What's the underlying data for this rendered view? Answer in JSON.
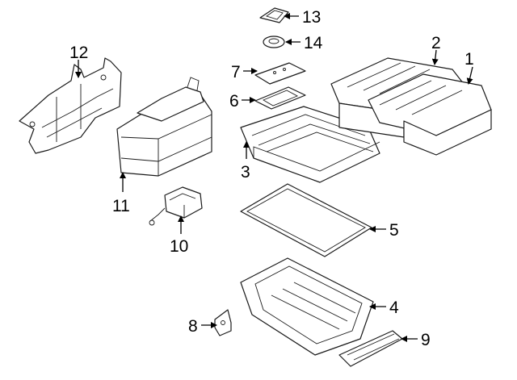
{
  "callouts": [
    {
      "id": "c1",
      "label": "1"
    },
    {
      "id": "c2",
      "label": "2"
    },
    {
      "id": "c3",
      "label": "3"
    },
    {
      "id": "c4",
      "label": "4"
    },
    {
      "id": "c5",
      "label": "5"
    },
    {
      "id": "c6",
      "label": "6"
    },
    {
      "id": "c7",
      "label": "7"
    },
    {
      "id": "c8",
      "label": "8"
    },
    {
      "id": "c9",
      "label": "9"
    },
    {
      "id": "c10",
      "label": "10"
    },
    {
      "id": "c11",
      "label": "11"
    },
    {
      "id": "c12",
      "label": "12"
    },
    {
      "id": "c13",
      "label": "13"
    },
    {
      "id": "c14",
      "label": "14"
    }
  ],
  "colors": {
    "line": "#1a1a1a",
    "background": "#ffffff"
  }
}
